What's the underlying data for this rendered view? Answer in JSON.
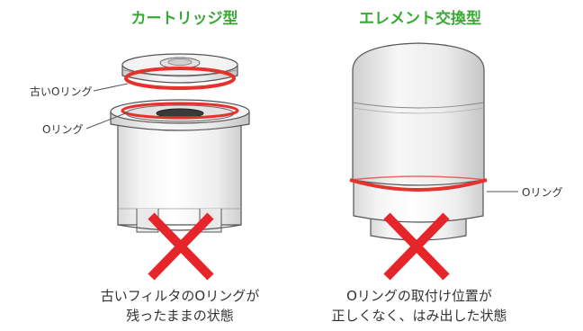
{
  "colors": {
    "heading_green": "#39a935",
    "o_ring_red": "#e6322d",
    "cross_red": "#e5252a",
    "outline_gray": "#555555"
  },
  "left": {
    "title": "カートリッジ型",
    "callout_old_ring": "古いOリング",
    "callout_ring": "Oリング",
    "caption_line1": "古いフィルタのOリングが",
    "caption_line2": "残ったままの状態"
  },
  "right": {
    "title": "エレメント交換型",
    "callout_ring": "Oリング",
    "caption_line1": "Oリングの取付け位置が",
    "caption_line2": "正しくなく、はみ出した状態"
  },
  "icons": {
    "cross": "x-cross-icon"
  }
}
